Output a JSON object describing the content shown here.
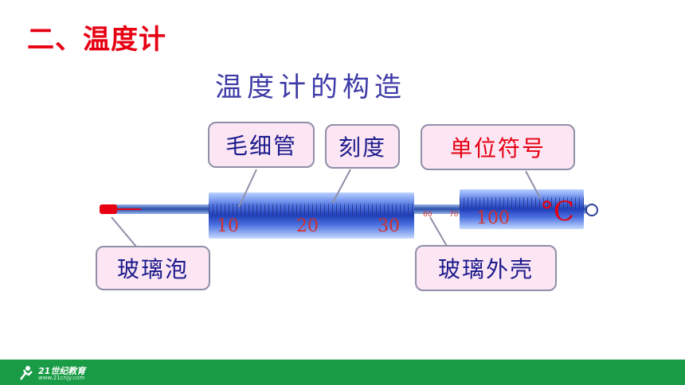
{
  "heading": "二、温度计",
  "subtitle": "温度计的构造",
  "labels": {
    "capillary": "毛细管",
    "scale": "刻度",
    "unit_symbol": "单位符号",
    "bulb": "玻璃泡",
    "shell": "玻璃外壳"
  },
  "scale_numbers": [
    "10",
    "20",
    "30"
  ],
  "small_numbers": [
    "60",
    "70"
  ],
  "end_number": "100",
  "unit": "°C",
  "footer_logo": {
    "name": "21世纪教育",
    "url": "www.21cnjy.com"
  },
  "colors": {
    "heading": "#e60012",
    "subtitle": "#3d3aa8",
    "callout_bg": "#fde6f3",
    "footer": "#1a9c47"
  }
}
